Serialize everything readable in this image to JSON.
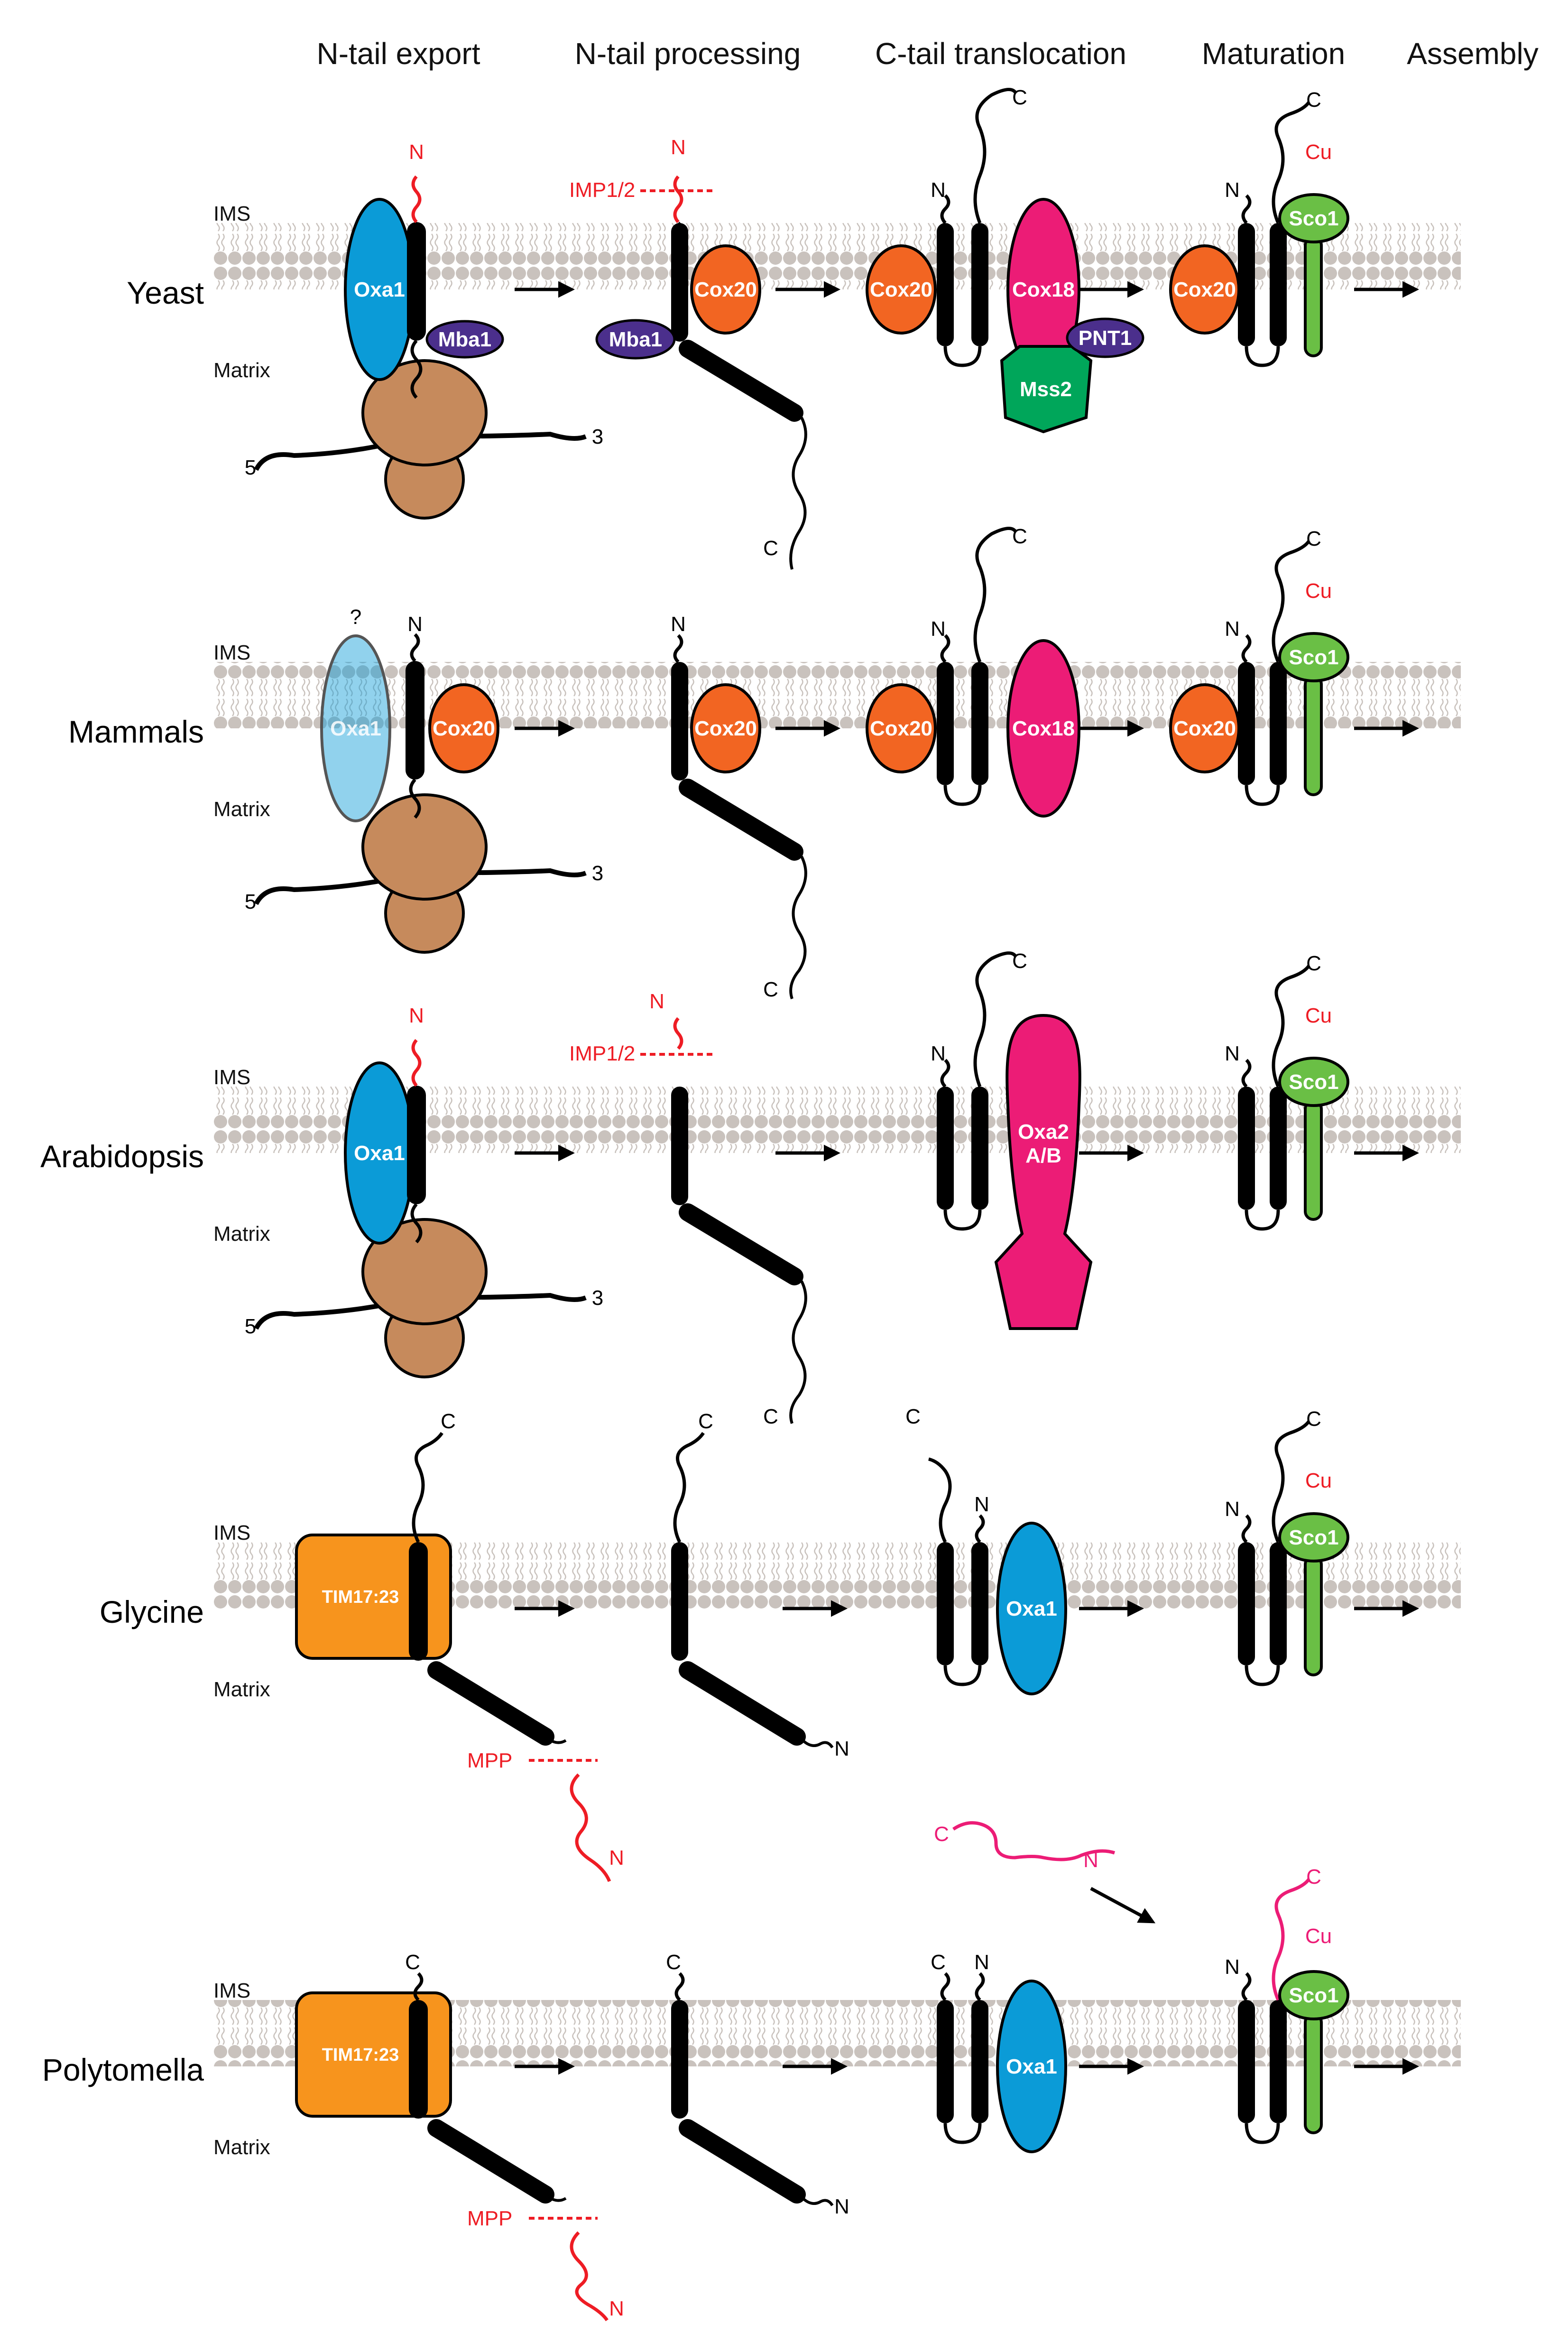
{
  "stages": [
    "N-tail export",
    "N-tail processing",
    "C-tail translocation",
    "Maturation",
    "Assembly"
  ],
  "side_labels": {
    "ims": "IMS",
    "matrix": "Matrix"
  },
  "terminus": {
    "n": "N",
    "c": "C",
    "five": "5",
    "three": "3",
    "cu": "Cu",
    "question": "?"
  },
  "proteins": {
    "oxa1": "Oxa1",
    "mba1": "Mba1",
    "cox20": "Cox20",
    "cox18": "Cox18",
    "pnt1": "PNT1",
    "mss2": "Mss2",
    "sco1": "Sco1",
    "oxa2_line1": "Oxa2",
    "oxa2_line2": "A/B",
    "tim": "TIM17:23"
  },
  "peptidases": {
    "imp": "IMP1/2",
    "mpp": "MPP"
  },
  "organisms": [
    {
      "key": "yeast",
      "name": "Yeast"
    },
    {
      "key": "mammals",
      "name": "Mammals"
    },
    {
      "key": "arabidopsis",
      "name": "Arabidopsis"
    },
    {
      "key": "glycine",
      "name": "Glycine"
    },
    {
      "key": "polytomella",
      "name": "Polytomella"
    }
  ],
  "colors": {
    "membrane": "#c9c2bd",
    "oxa1": "#0b9bd7",
    "cox20": "#f26522",
    "cox18": "#ec1c76",
    "mba1": "#4b2f8c",
    "mss2": "#00a65a",
    "sco1": "#6abf45",
    "ribosome": "#c68a5c",
    "tim": "#f7941d",
    "red": "#ee1c24",
    "pink": "#ec1c76"
  }
}
